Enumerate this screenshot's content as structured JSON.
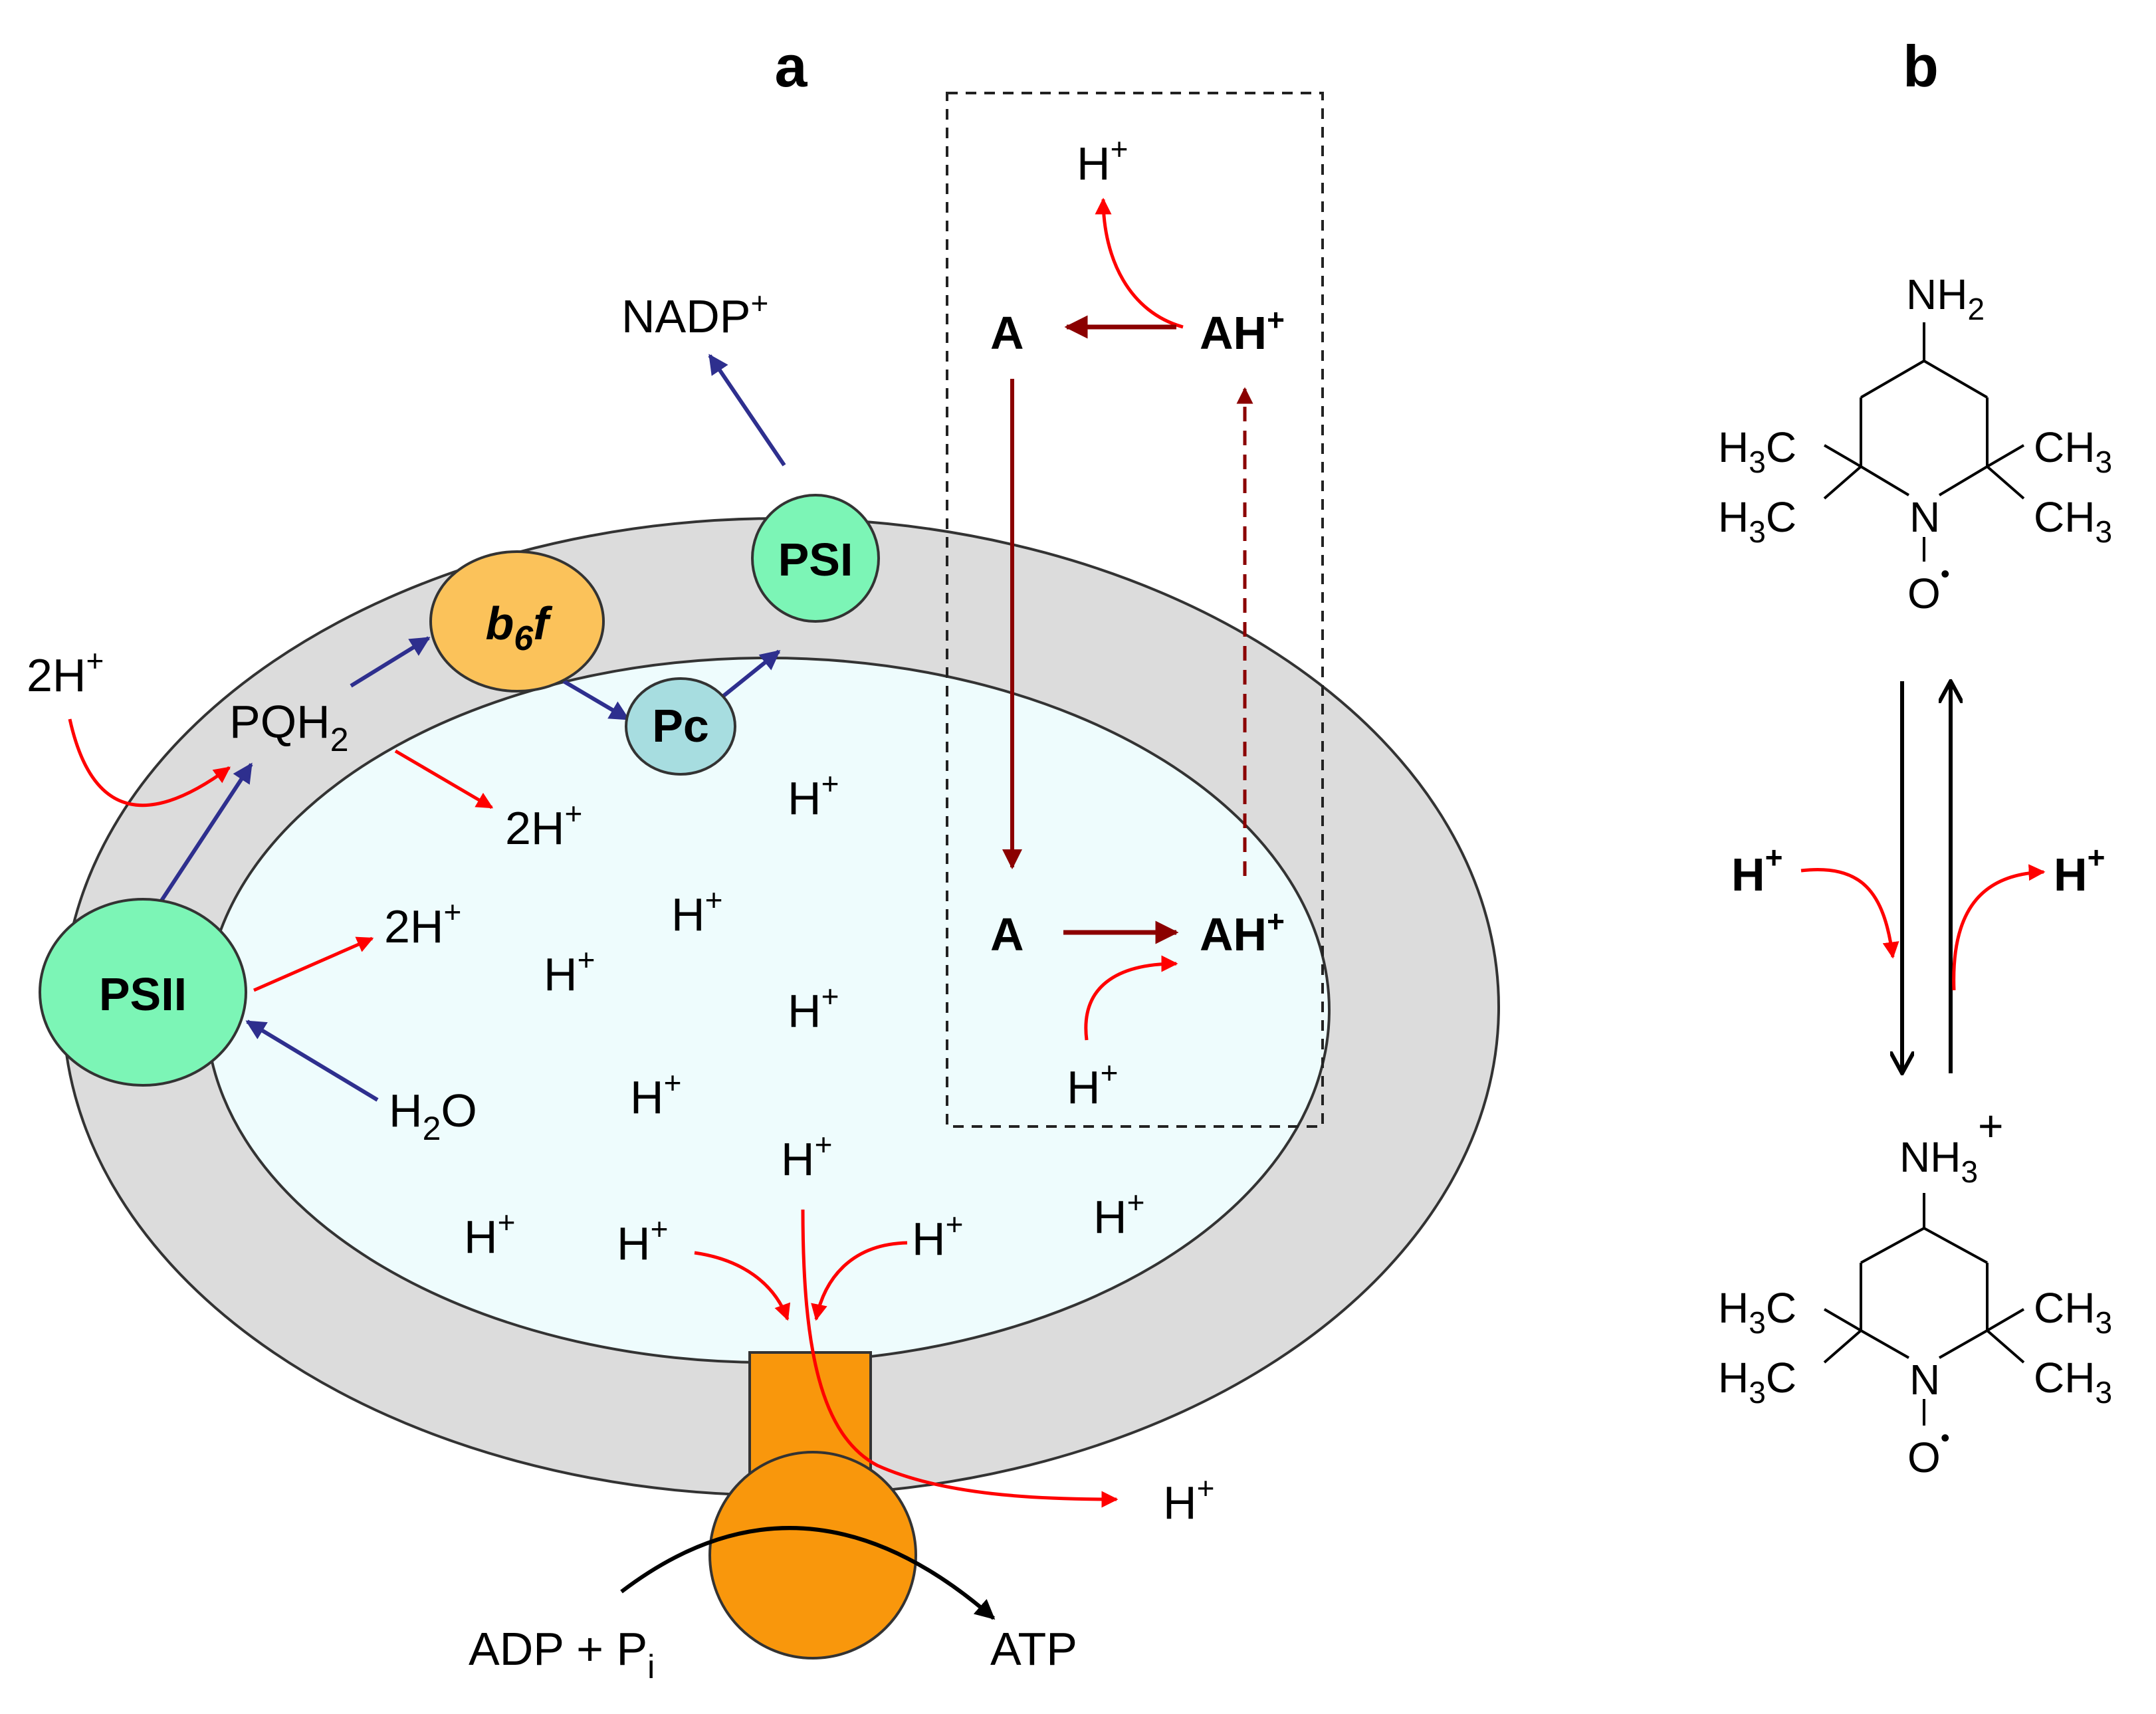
{
  "panels": {
    "a": "a",
    "b": "b"
  },
  "colors": {
    "membrane": "#dcdcdc",
    "lumen": "#eefcfd",
    "photosystem": "#7cf5b6",
    "b6f": "#fbc25a",
    "pc": "#a7dde0",
    "atp_synthase": "#f9970c",
    "electron_arrow": "#2e2f8e",
    "proton_arrow": "#ff0000",
    "buffer_arrow": "#8b0000"
  },
  "complexes": {
    "psii": "PSII",
    "psi": "PSI",
    "b6f": "b",
    "b6f_sub": "6",
    "b6f_tail": "f",
    "pc": "Pc"
  },
  "species": {
    "nadp_main": "NADP",
    "nadp_sup": "+",
    "pqh_main": "PQH",
    "pqh_sub": "2",
    "h2o_h": "H",
    "h2o_sub": "2",
    "h2o_o": "O",
    "two_h_main": "2H",
    "h_main": "H",
    "plus": "+",
    "adp_main": "ADP + P",
    "adp_sub": "i",
    "atp": "ATP",
    "a": "A",
    "ah_main": "AH"
  },
  "chemistry": {
    "nh2_main": "NH",
    "nh2_sub": "2",
    "nh3_main": "NH",
    "nh3_sub": "3",
    "nh3_sup": "+",
    "h3c_h": "H",
    "h3c_sub": "3",
    "h3c_c": "C",
    "ch3_ch": "CH",
    "ch3_sub": "3",
    "n": "N",
    "o": "O",
    "radical": "•",
    "h_plus_main": "H",
    "h_plus_sup": "+"
  }
}
